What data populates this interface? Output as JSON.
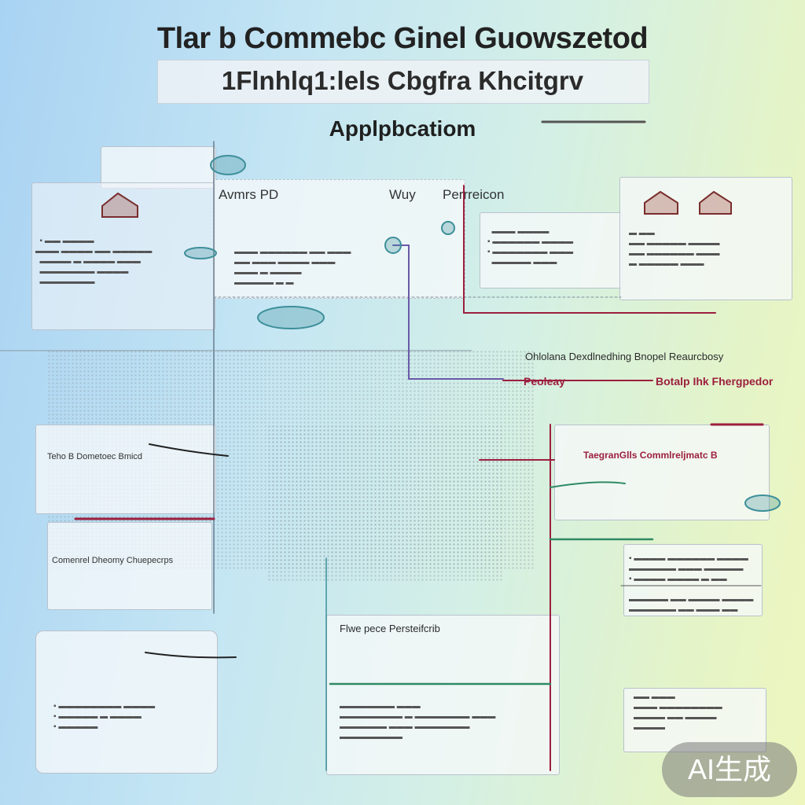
{
  "header": {
    "title_line1": "Tlar b Commebc Ginel Guowszetod",
    "title_line2": "1Flnhlq1:lels Cbgfra Khcitgrv",
    "subtitle": "Applpbcatiom"
  },
  "panel_labels": {
    "top_left_header": "Avmrs PD",
    "top_mid_header": "Wuy",
    "top_right_header": "Perrreicon",
    "center_caption": "Ohlolana Dexdlnedhing Bnopel Reaurcbosy",
    "center_red_left": "Peoleay",
    "center_red_right": "Botalp Ihk Fhergpedor",
    "mid_left_text": "Comenrel Dheomy Chuepecrps",
    "mid_left_small": "Teho B Dometoec Bmicd",
    "right_red_header": "TaegranGlls Commlreljmatc B",
    "bottom_mid_header": "Flwe pece Persteifcrib"
  },
  "colors": {
    "accent_red": "#9c1f3e",
    "accent_green": "#2f8a64",
    "accent_purple": "#6a5aa8",
    "accent_teal": "#3d8f9a"
  },
  "watermark": "AI生成"
}
